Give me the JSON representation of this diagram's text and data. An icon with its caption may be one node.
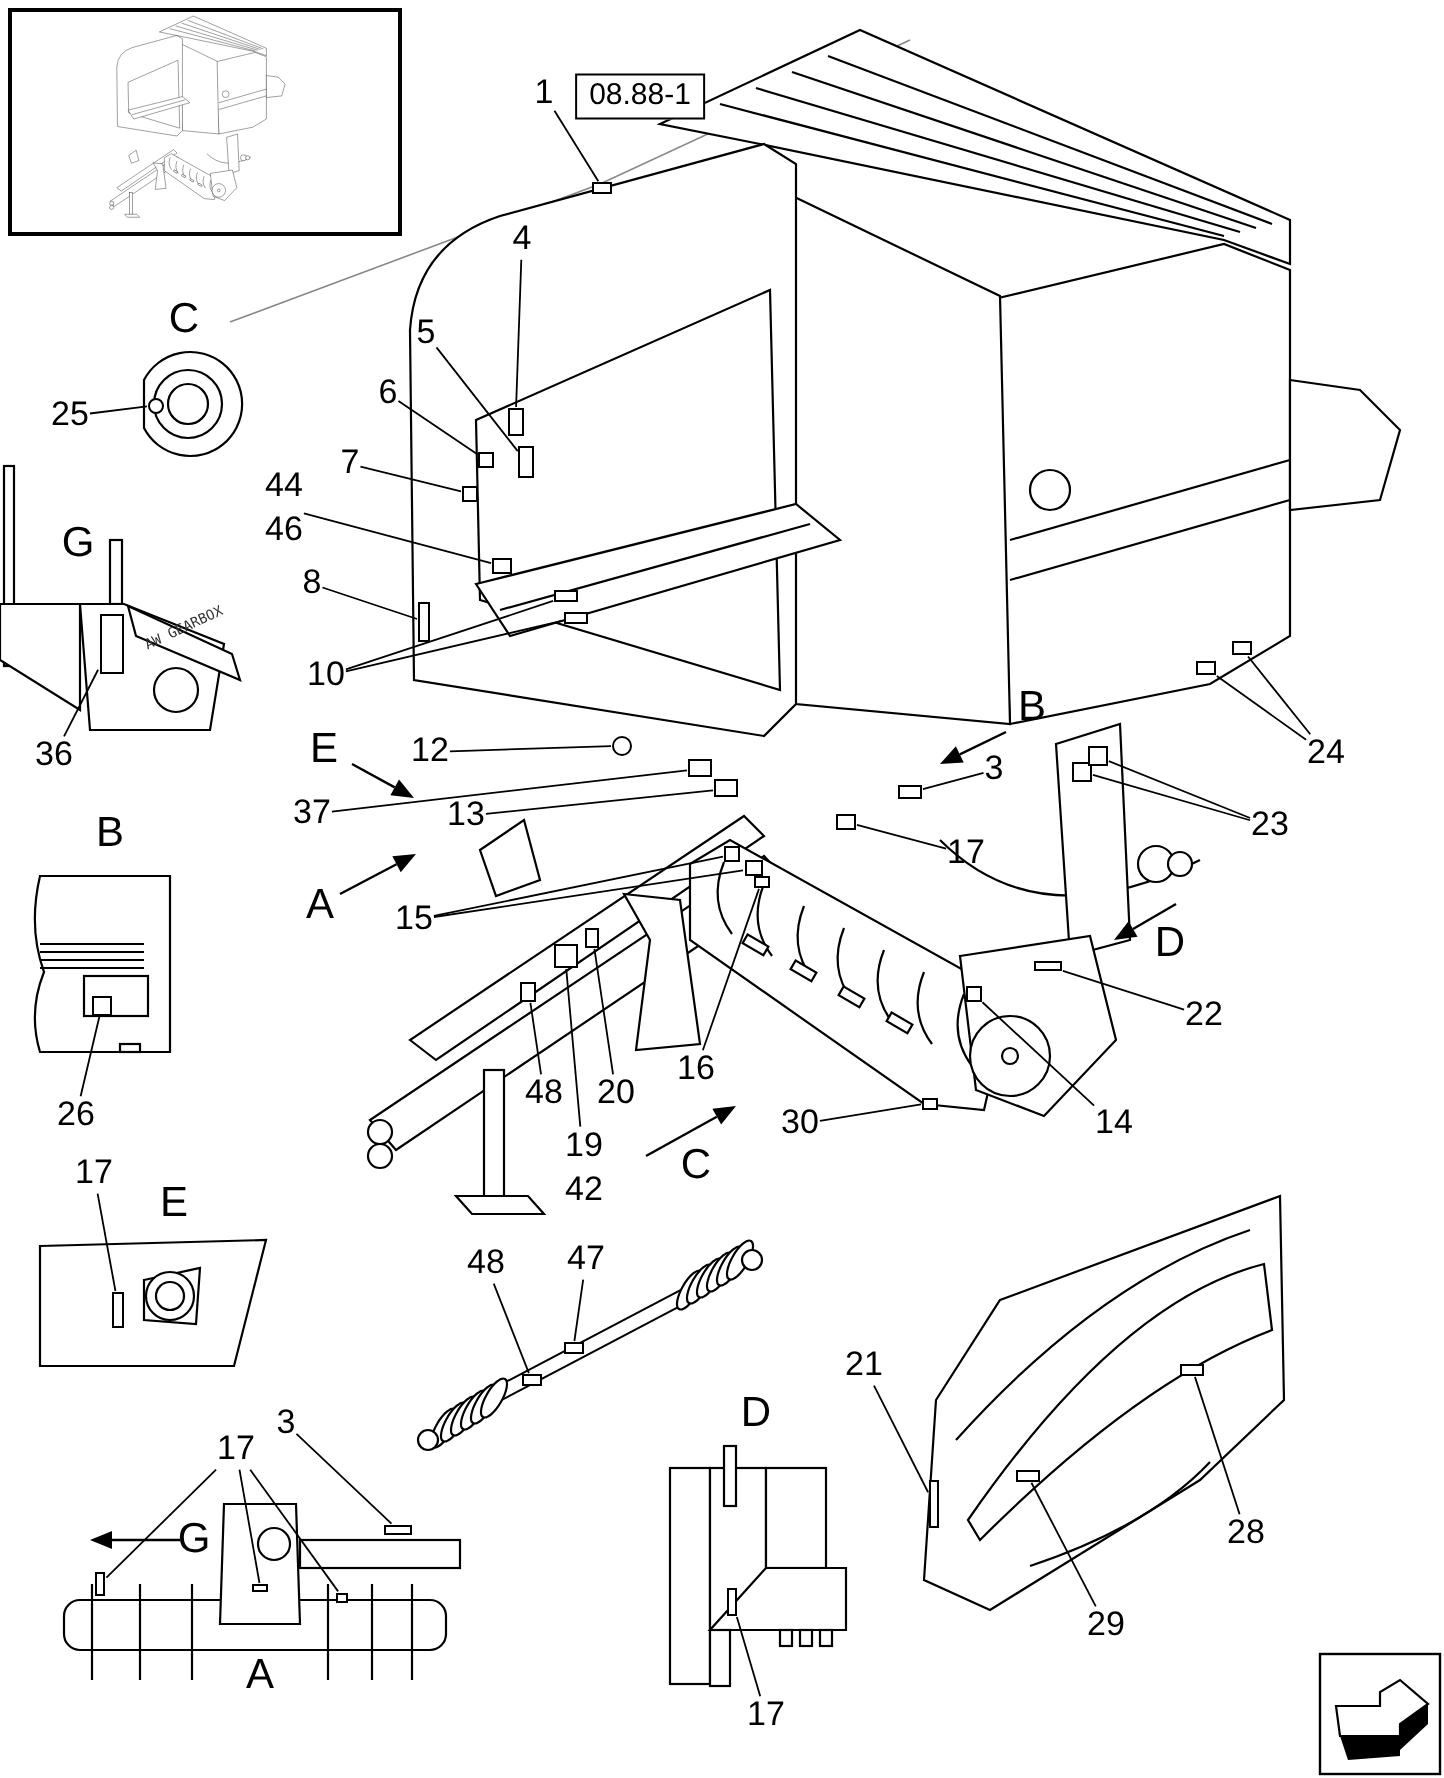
{
  "diagram": {
    "nodes": [
      {
        "text": [
          "1"
        ]
      },
      {
        "text": [
          "08.88-1"
        ]
      },
      {
        "text": [
          "4"
        ]
      },
      {
        "text": [
          "5"
        ]
      },
      {
        "text": [
          "6"
        ]
      },
      {
        "text": [
          "7"
        ]
      },
      {
        "text": [
          "44",
          "46"
        ]
      },
      {
        "text": [
          "8"
        ]
      },
      {
        "text": [
          "10"
        ]
      },
      {
        "text": [
          "25"
        ]
      },
      {
        "text": [
          "36"
        ]
      },
      {
        "text": [
          "12"
        ]
      },
      {
        "text": [
          "37"
        ]
      },
      {
        "text": [
          "13"
        ]
      },
      {
        "text": [
          "3"
        ]
      },
      {
        "text": [
          "17"
        ]
      },
      {
        "text": [
          "24"
        ]
      },
      {
        "text": [
          "23"
        ]
      },
      {
        "text": [
          "15"
        ]
      },
      {
        "text": [
          "22"
        ]
      },
      {
        "text": [
          "14"
        ]
      },
      {
        "text": [
          "16"
        ]
      },
      {
        "text": [
          "48"
        ]
      },
      {
        "text": [
          "20"
        ]
      },
      {
        "text": [
          "19",
          "42"
        ]
      },
      {
        "text": [
          "30"
        ]
      },
      {
        "text": [
          "26"
        ]
      },
      {
        "text": [
          "17"
        ]
      },
      {
        "text": [
          "48"
        ]
      },
      {
        "text": [
          "47"
        ]
      },
      {
        "text": [
          "21"
        ]
      },
      {
        "text": [
          "3"
        ]
      },
      {
        "text": [
          "17"
        ]
      },
      {
        "text": [
          "28"
        ]
      },
      {
        "text": [
          "29"
        ]
      },
      {
        "text": [
          "17"
        ]
      },
      {
        "text": [],
        "shape": "box"
      },
      {
        "text": [],
        "shape": "box"
      },
      {
        "text": [],
        "shape": "box"
      },
      {
        "text": [],
        "shape": "box"
      },
      {
        "text": [],
        "shape": "box"
      },
      {
        "text": [],
        "shape": "box"
      },
      {
        "text": [],
        "shape": "box"
      },
      {
        "text": [],
        "shape": "box"
      },
      {
        "text": [],
        "shape": "box"
      },
      {
        "text": [],
        "shape": "circle"
      },
      {
        "text": [],
        "shape": "box"
      },
      {
        "text": [],
        "shape": "circle"
      },
      {
        "text": [],
        "shape": "box"
      },
      {
        "text": [],
        "shape": "box"
      },
      {
        "text": [],
        "shape": "box"
      },
      {
        "text": [],
        "shape": "box"
      },
      {
        "text": [],
        "shape": "box"
      },
      {
        "text": [],
        "shape": "box"
      },
      {
        "text": [],
        "shape": "box"
      },
      {
        "text": [],
        "shape": "box"
      },
      {
        "text": [],
        "shape": "box"
      },
      {
        "text": [],
        "shape": "box"
      },
      {
        "text": [],
        "shape": "box"
      },
      {
        "text": [],
        "shape": "box"
      },
      {
        "text": [],
        "shape": "box"
      },
      {
        "text": [],
        "shape": "box"
      },
      {
        "text": [],
        "shape": "box"
      },
      {
        "text": [],
        "shape": "box"
      },
      {
        "text": [],
        "shape": "box"
      },
      {
        "text": [],
        "shape": "box"
      },
      {
        "text": [],
        "shape": "box"
      },
      {
        "text": [],
        "shape": "box"
      },
      {
        "text": [],
        "shape": "box"
      },
      {
        "text": [],
        "shape": "box"
      },
      {
        "text": [],
        "shape": "box"
      },
      {
        "text": [],
        "shape": "box"
      },
      {
        "text": [],
        "shape": "box"
      },
      {
        "text": [],
        "shape": "box"
      },
      {
        "text": [],
        "shape": "box"
      },
      {
        "text": [],
        "shape": "box"
      },
      {
        "text": [],
        "shape": "box"
      }
    ],
    "edges": [
      {
        "from": 0,
        "to": 36,
        "arrow": "none"
      },
      {
        "from": 2,
        "to": 37,
        "arrow": "none"
      },
      {
        "from": 3,
        "to": 38,
        "arrow": "none"
      },
      {
        "from": 4,
        "to": 39,
        "arrow": "none"
      },
      {
        "from": 5,
        "to": 40,
        "arrow": "none"
      },
      {
        "from": 6,
        "to": 41,
        "arrow": "none"
      },
      {
        "from": 7,
        "to": 42,
        "arrow": "none"
      },
      {
        "from": 8,
        "to": 43,
        "arrow": "none"
      },
      {
        "from": 8,
        "to": 44,
        "arrow": "none"
      },
      {
        "from": 9,
        "to": 45,
        "arrow": "none"
      },
      {
        "from": 10,
        "to": 46,
        "arrow": "none"
      },
      {
        "from": 11,
        "to": 47,
        "arrow": "none"
      },
      {
        "from": 12,
        "to": 48,
        "arrow": "none"
      },
      {
        "from": 13,
        "to": 49,
        "arrow": "none"
      },
      {
        "from": 14,
        "to": 50,
        "arrow": "none"
      },
      {
        "from": 15,
        "to": 51,
        "arrow": "none"
      },
      {
        "from": 16,
        "to": 52,
        "arrow": "none"
      },
      {
        "from": 16,
        "to": 53,
        "arrow": "none"
      },
      {
        "from": 17,
        "to": 54,
        "arrow": "none"
      },
      {
        "from": 17,
        "to": 55,
        "arrow": "none"
      },
      {
        "from": 18,
        "to": 56,
        "arrow": "none"
      },
      {
        "from": 18,
        "to": 57,
        "arrow": "none"
      },
      {
        "from": 19,
        "to": 58,
        "arrow": "none"
      },
      {
        "from": 20,
        "to": 59,
        "arrow": "none"
      },
      {
        "from": 21,
        "to": 60,
        "arrow": "none"
      },
      {
        "from": 22,
        "to": 61,
        "arrow": "none"
      },
      {
        "from": 23,
        "to": 62,
        "arrow": "none"
      },
      {
        "from": 24,
        "to": 63,
        "arrow": "none"
      },
      {
        "from": 25,
        "to": 64,
        "arrow": "none"
      },
      {
        "from": 26,
        "to": 65,
        "arrow": "none"
      },
      {
        "from": 27,
        "to": 66,
        "arrow": "none"
      },
      {
        "from": 28,
        "to": 67,
        "arrow": "none"
      },
      {
        "from": 29,
        "to": 68,
        "arrow": "none"
      },
      {
        "from": 30,
        "to": 69,
        "arrow": "none"
      },
      {
        "from": 31,
        "to": 70,
        "arrow": "none"
      },
      {
        "from": 32,
        "to": 71,
        "arrow": "none"
      },
      {
        "from": 32,
        "to": 72,
        "arrow": "none"
      },
      {
        "from": 32,
        "to": 73,
        "arrow": "none"
      },
      {
        "from": 33,
        "to": 74,
        "arrow": "none"
      },
      {
        "from": 34,
        "to": 75,
        "arrow": "none"
      },
      {
        "from": 35,
        "to": 76,
        "arrow": "none"
      }
    ],
    "labels": [
      "C",
      "G",
      "AW GEARBOX",
      "B",
      "E",
      "B",
      "A",
      "D",
      "C",
      "E",
      "D",
      "G",
      "A"
    ]
  }
}
